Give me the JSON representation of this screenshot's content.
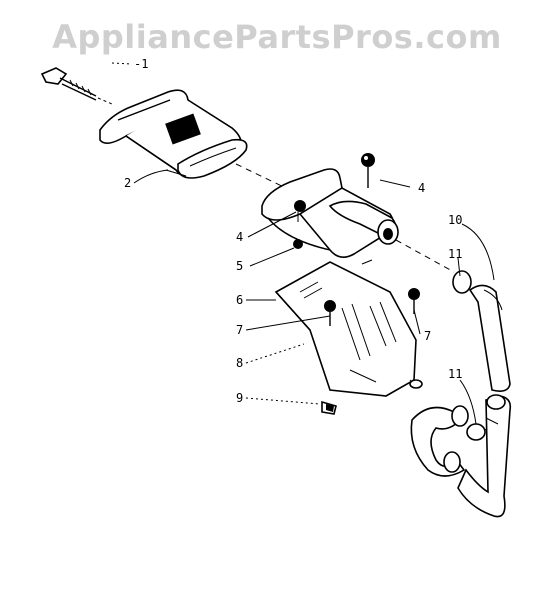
{
  "watermark": "AppliancePartsPros.com",
  "callouts": [
    {
      "id": "c1",
      "label": "-1"
    },
    {
      "id": "c2",
      "label": "2"
    },
    {
      "id": "c4a",
      "label": "4"
    },
    {
      "id": "c4b",
      "label": "4"
    },
    {
      "id": "c5",
      "label": "5"
    },
    {
      "id": "c6",
      "label": "6"
    },
    {
      "id": "c7a",
      "label": "7"
    },
    {
      "id": "c7b",
      "label": "7"
    },
    {
      "id": "c8",
      "label": "8"
    },
    {
      "id": "c9",
      "label": "9"
    },
    {
      "id": "c10",
      "label": "10"
    },
    {
      "id": "c11a",
      "label": "11"
    },
    {
      "id": "c11b",
      "label": "11"
    }
  ]
}
